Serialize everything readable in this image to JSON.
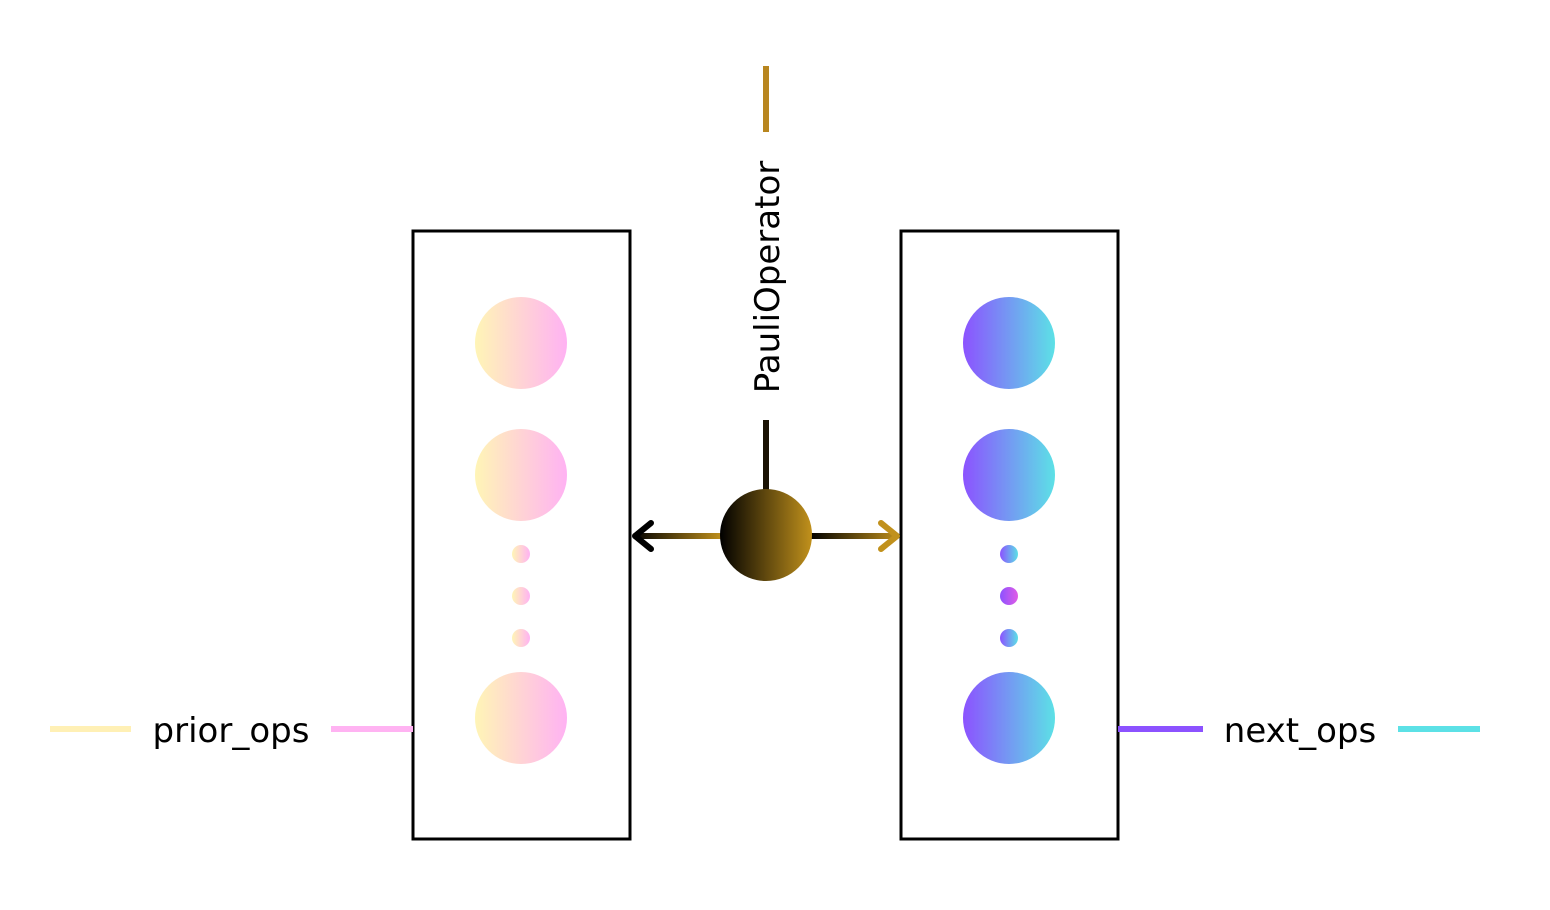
{
  "diagram": {
    "central_node": {
      "label": "PauliOperator",
      "gradient": [
        "#000000",
        "#c1911c"
      ]
    },
    "left_group": {
      "label": "prior_ops",
      "gradient": [
        "#fff5b6",
        "#ffb2f3"
      ],
      "line_colors": [
        "#fff0b5",
        "#ffb3f2"
      ]
    },
    "right_group": {
      "label": "next_ops",
      "gradient": [
        "#8c52ff",
        "#5ce1e6"
      ],
      "line_colors": [
        "#8c52ff",
        "#5ce1e6"
      ]
    },
    "top_line_color": "#b8861f",
    "stem_color": "#1a1204",
    "box_border_color": "#000000"
  }
}
